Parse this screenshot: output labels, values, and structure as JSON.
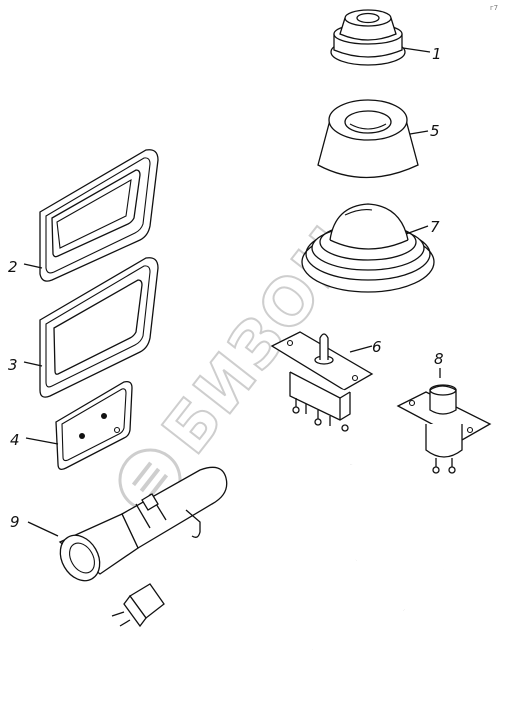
{
  "corner_mark": "г7",
  "watermark": {
    "text": "БИЗОН"
  },
  "parts": [
    {
      "number": "1",
      "icon": "grommet-cap-icon"
    },
    {
      "number": "2",
      "icon": "rect-gasket-large-icon"
    },
    {
      "number": "3",
      "icon": "rect-gasket-medium-icon"
    },
    {
      "number": "4",
      "icon": "rect-gasket-small-icon"
    },
    {
      "number": "5",
      "icon": "conical-boot-icon"
    },
    {
      "number": "6",
      "icon": "toggle-switch-icon"
    },
    {
      "number": "7",
      "icon": "dome-lamp-cover-icon"
    },
    {
      "number": "8",
      "icon": "push-button-switch-icon"
    },
    {
      "number": "9",
      "icon": "inspection-lamp-icon"
    }
  ]
}
